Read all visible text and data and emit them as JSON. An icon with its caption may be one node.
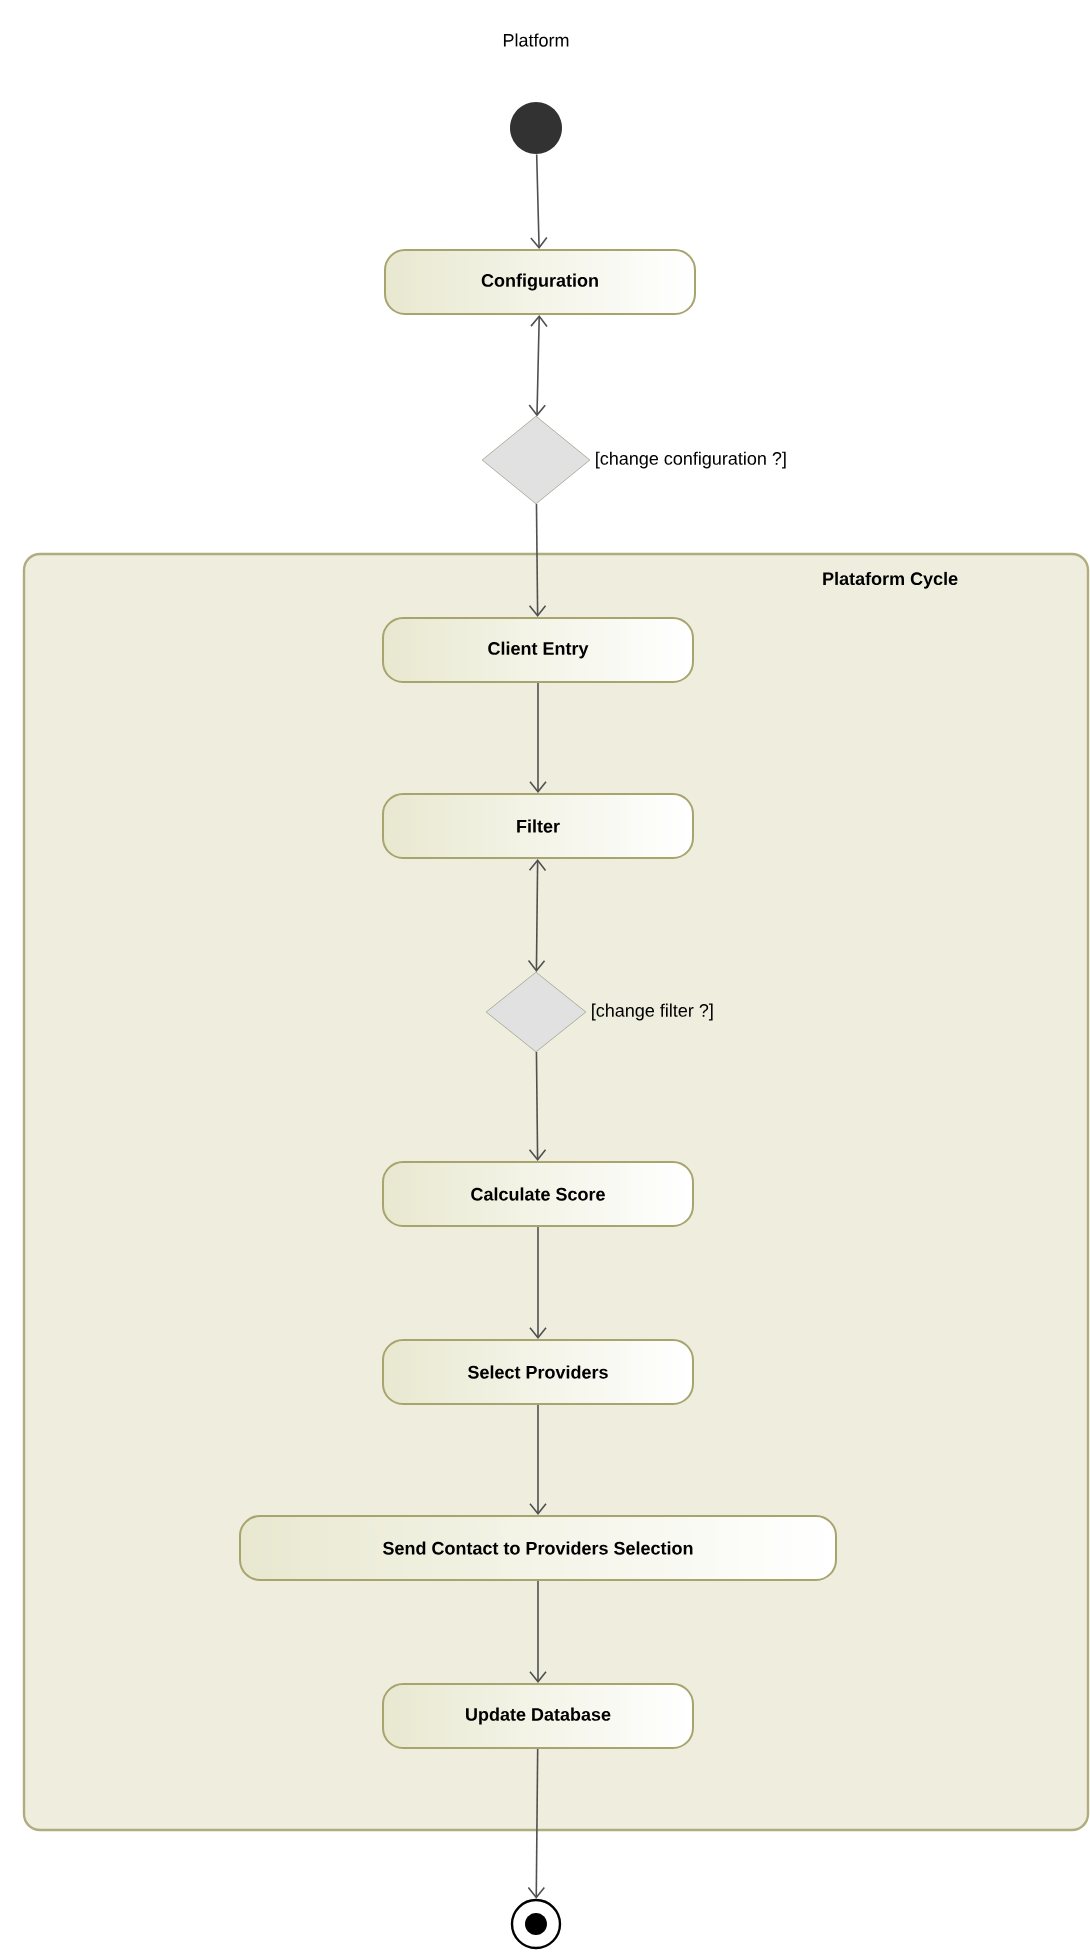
{
  "diagram": {
    "title": "Platform",
    "nodes": [
      {
        "text": [],
        "shape": "circle"
      },
      {
        "text": [
          "Configuration"
        ]
      },
      {
        "text": [],
        "shape": "diamond",
        "beside": [
          "[change configuration ?]"
        ]
      },
      {
        "text": [
          "Plataform Cycle"
        ]
      },
      {
        "text": [
          "Client Entry"
        ],
        "in": 3
      },
      {
        "text": [
          "Filter"
        ],
        "in": 3
      },
      {
        "text": [],
        "shape": "diamond",
        "beside": [
          "[change filter ?]"
        ],
        "in": 3
      },
      {
        "text": [
          "Calculate Score"
        ],
        "in": 3
      },
      {
        "text": [
          "Select Providers"
        ],
        "in": 3
      },
      {
        "text": [
          "Send Contact to Providers Selection"
        ],
        "in": 3
      },
      {
        "text": [
          "Update Database"
        ],
        "in": 3
      },
      {
        "text": [],
        "shape": "circle"
      }
    ],
    "edges": [
      {
        "from": 0,
        "to": 1,
        "arrow": "to"
      },
      {
        "from": 1,
        "to": 2,
        "arrow": "both"
      },
      {
        "from": 2,
        "to": 4,
        "arrow": "to"
      },
      {
        "from": 4,
        "to": 5,
        "arrow": "to"
      },
      {
        "from": 5,
        "to": 6,
        "arrow": "both"
      },
      {
        "from": 6,
        "to": 7,
        "arrow": "to"
      },
      {
        "from": 7,
        "to": 8,
        "arrow": "to"
      },
      {
        "from": 8,
        "to": 9,
        "arrow": "to"
      },
      {
        "from": 9,
        "to": 10,
        "arrow": "to"
      },
      {
        "from": 10,
        "to": 11,
        "arrow": "to"
      }
    ]
  }
}
